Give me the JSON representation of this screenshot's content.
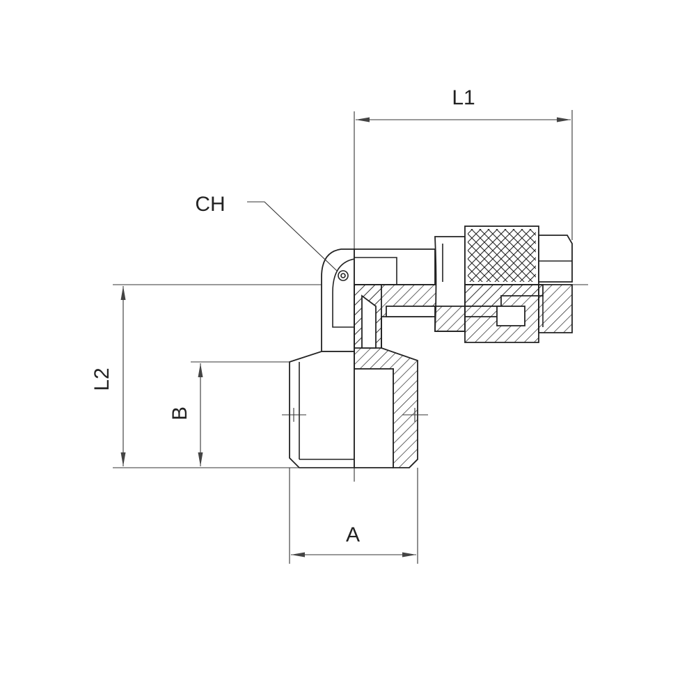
{
  "labels": {
    "l1": "L1",
    "l2": "L2",
    "a": "A",
    "b": "B",
    "ch": "CH"
  },
  "colors": {
    "line": "#222222",
    "background": "#ffffff"
  }
}
